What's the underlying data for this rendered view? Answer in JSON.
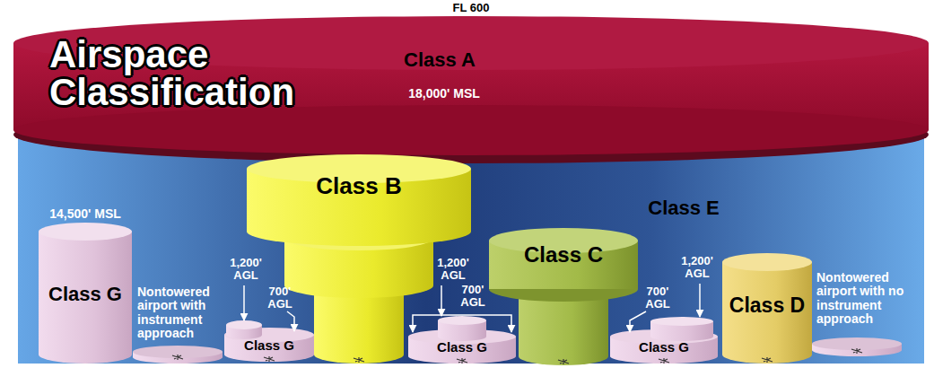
{
  "diagram": {
    "title": "Airspace Classification",
    "nodes": [
      {
        "text": [
          "Class A",
          "18,000' MSL"
        ]
      },
      {
        "text": [
          "Class E"
        ]
      },
      {
        "text": [
          "Class G",
          "14,500' MSL"
        ],
        "in": 1
      },
      {
        "text": [
          "Class G"
        ],
        "in": 1
      },
      {
        "text": [
          "Class B"
        ],
        "in": 1
      },
      {
        "text": [
          "Class G"
        ],
        "in": 1
      },
      {
        "text": [
          "Class C"
        ],
        "in": 1
      },
      {
        "text": [
          "Class G"
        ],
        "in": 1
      },
      {
        "text": [
          "Class D"
        ],
        "in": 1
      }
    ],
    "labels": [
      "FL 600",
      "Nontowered airport with instrument approach",
      "1,200' AGL",
      "700' AGL",
      "1,200' AGL",
      "700' AGL",
      "700' AGL",
      "1,200' AGL",
      "Nontowered airport with no instrument approach"
    ]
  }
}
